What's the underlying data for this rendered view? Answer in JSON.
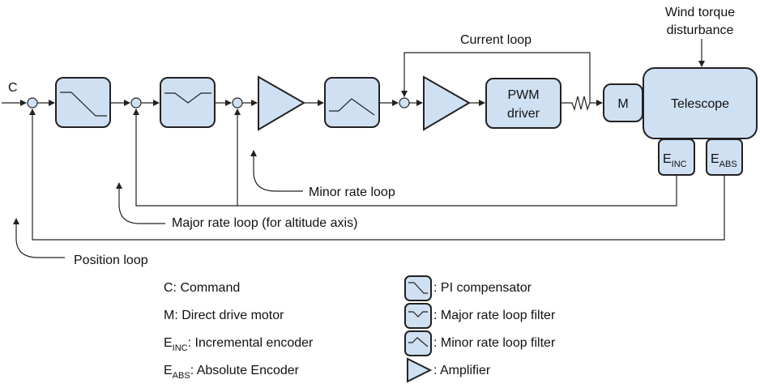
{
  "command_label": "C",
  "wind_label_line1": "Wind torque",
  "wind_label_line2": "disturbance",
  "current_loop_label": "Current loop",
  "pwm_line1": "PWM",
  "pwm_line2": "driver",
  "motor_label": "M",
  "telescope_label": "Telescope",
  "enc_inc": {
    "main": "E",
    "sub": "INC"
  },
  "enc_abs": {
    "main": "E",
    "sub": "ABS"
  },
  "minor_loop_label": "Minor rate loop",
  "major_loop_label": "Major rate loop (for altitude axis)",
  "position_loop_label": "Position loop",
  "legend": {
    "command": "C: Command",
    "motor": "M: Direct drive motor",
    "inc": {
      "main": "E",
      "sub": "INC",
      "text": ": Incremental encoder"
    },
    "abs": {
      "main": "E",
      "sub": "ABS",
      "text": ": Absolute Encoder"
    },
    "pi": ": PI compensator",
    "major_filter": ": Major rate loop filter",
    "minor_filter": ": Minor rate loop filter",
    "amplifier": ": Amplifier"
  },
  "colors": {
    "block_fill": "#cfe0f3",
    "stroke": "#222222"
  }
}
